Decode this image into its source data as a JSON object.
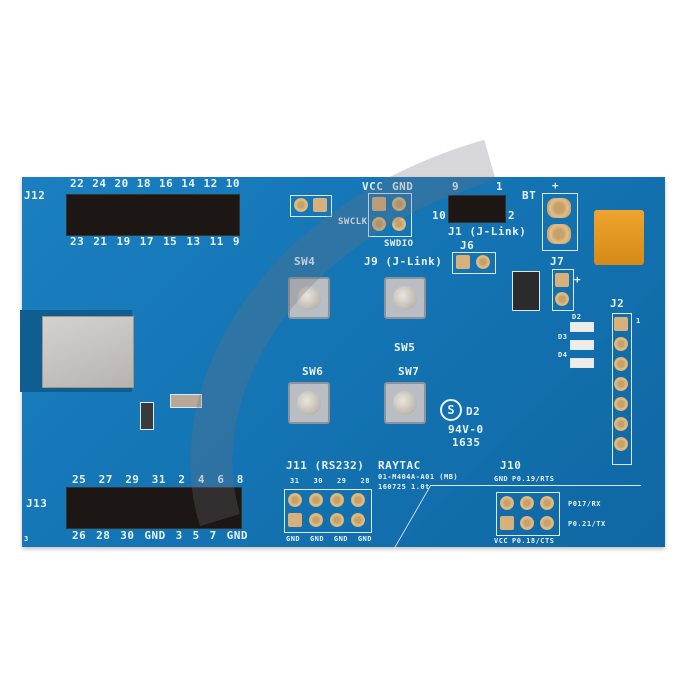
{
  "board": {
    "maker": "RAYTAC",
    "part_number": "01-M404A-A01 (MB)",
    "revision": "160725 1.0t",
    "ul_mark": "S",
    "ul_code": "D2",
    "flammability": "94V-0",
    "date_code": "1635",
    "corner_mark": "3",
    "colors": {
      "pcb": "#1576b6",
      "silkscreen": "#e8f2fa",
      "pad": "#d8b07a",
      "usb": "#e6961f",
      "header": "#1c1715"
    }
  },
  "connectors": {
    "j12": {
      "label": "J12",
      "top_pins": [
        "22",
        "24",
        "20",
        "18",
        "16",
        "14",
        "12",
        "10"
      ],
      "bottom_pins": [
        "23",
        "21",
        "19",
        "17",
        "15",
        "13",
        "11",
        "9"
      ]
    },
    "j13": {
      "label": "J13",
      "top_pins": [
        "25",
        "27",
        "29",
        "31",
        "2",
        "4",
        "6",
        "8"
      ],
      "bottom_pins": [
        "26",
        "28",
        "30",
        "GND",
        "3",
        "5",
        "7",
        "GND"
      ]
    },
    "j1": {
      "label": "J1 (J-Link)",
      "pin_tl": "9",
      "pin_tr": "1",
      "pin_bl": "10",
      "pin_br": "2"
    },
    "j9": {
      "label": "J9 (J-Link)",
      "vcc": "VCC",
      "gnd": "GND",
      "swclk": "SWCLK",
      "swdio": "SWDIO"
    },
    "j6": {
      "label": "J6"
    },
    "j7": {
      "label": "J7",
      "plus": "+"
    },
    "bt": {
      "label": "BT",
      "plus": "+"
    },
    "j2": {
      "label": "J2",
      "pin1": "1"
    },
    "j11": {
      "label": "J11 (RS232)",
      "top_pins": [
        "31",
        "30",
        "29",
        "28"
      ],
      "bottom_pins": [
        "GND",
        "GND",
        "GND",
        "GND"
      ]
    },
    "j10": {
      "label": "J10",
      "top_labels": [
        "GND",
        "P0.19/RTS"
      ],
      "right_labels": [
        "P017/RX",
        "P0.21/TX"
      ],
      "bottom_labels": [
        "VCC",
        "P0.18/CTS"
      ]
    }
  },
  "switches": [
    {
      "label": "SW4"
    },
    {
      "label": "SW5"
    },
    {
      "label": "SW6"
    },
    {
      "label": "SW7"
    }
  ],
  "leds": [
    "D2",
    "D3",
    "D4"
  ]
}
